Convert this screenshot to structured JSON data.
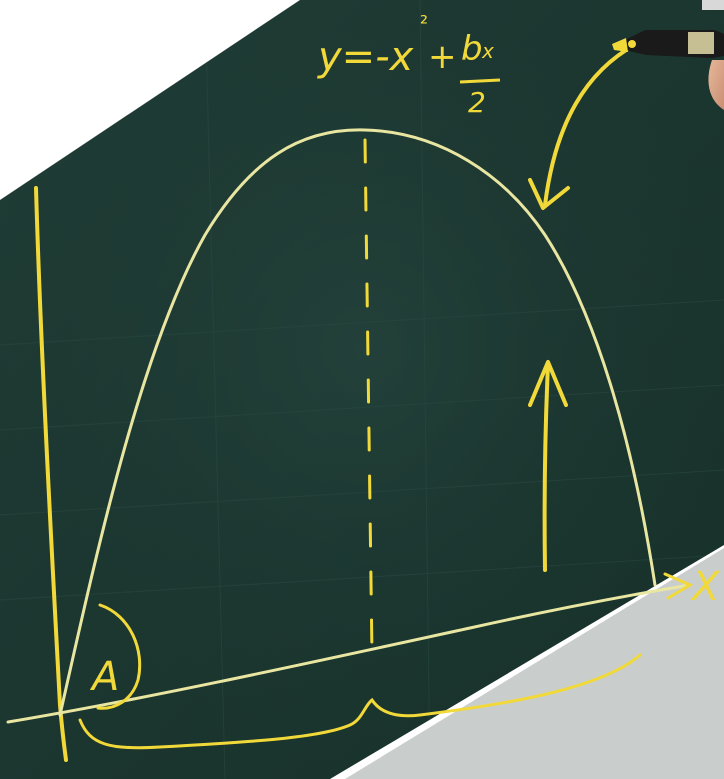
{
  "scene": {
    "description_colors": {
      "board": "#1f3b34",
      "board_shadow": "#16302a",
      "chalk_yellow": "#f2d93a",
      "chalk_pale": "#e8e6a0",
      "lower_panel": "#c7cccb",
      "page_bg": "#ffffff"
    }
  },
  "board": {
    "equation_left": "y=-x",
    "equation_sup": "²",
    "equation_plus": "+",
    "equation_frac_top": "b",
    "equation_frac_num": "x",
    "equation_frac_den": "2",
    "region_label": "A",
    "axis_label": "X"
  }
}
